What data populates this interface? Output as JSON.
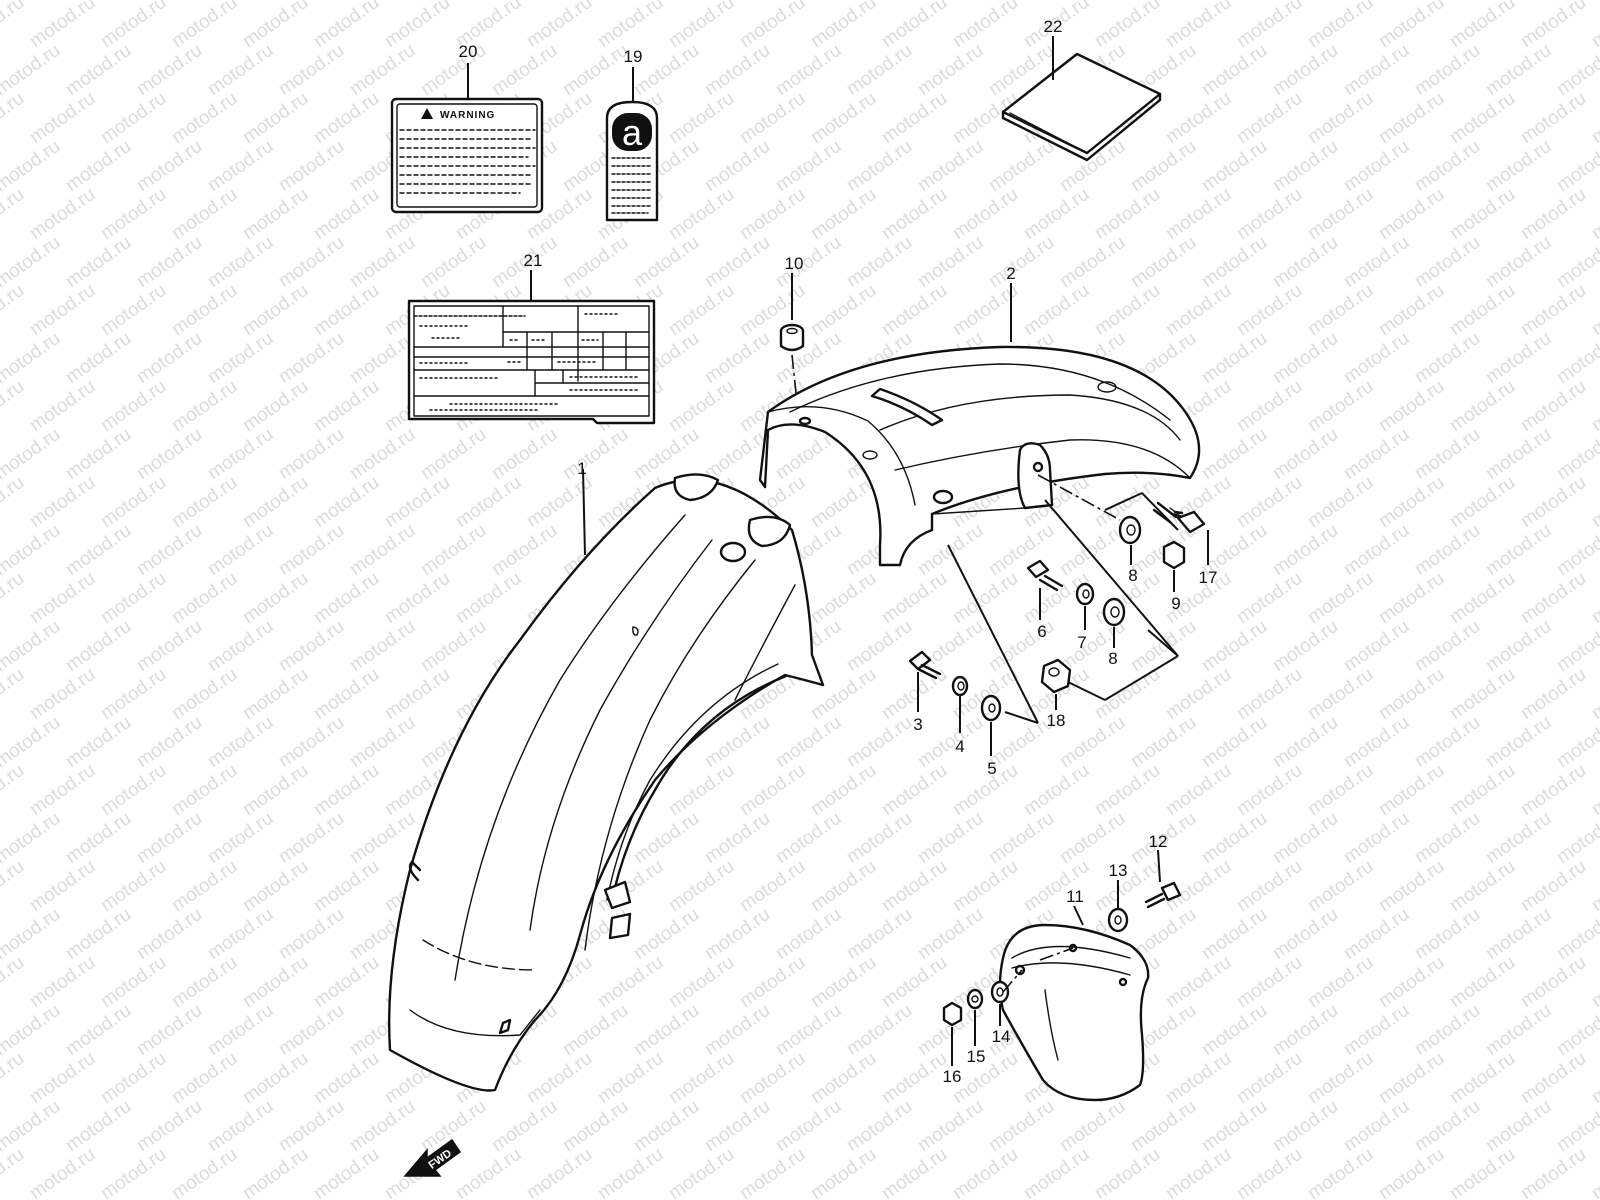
{
  "diagram": {
    "callouts": [
      {
        "id": "callout-1",
        "text": "1"
      },
      {
        "id": "callout-2",
        "text": "2"
      },
      {
        "id": "callout-3",
        "text": "3"
      },
      {
        "id": "callout-4",
        "text": "4"
      },
      {
        "id": "callout-5",
        "text": "5"
      },
      {
        "id": "callout-6",
        "text": "6"
      },
      {
        "id": "callout-7",
        "text": "7"
      },
      {
        "id": "callout-8a",
        "text": "8"
      },
      {
        "id": "callout-8b",
        "text": "8"
      },
      {
        "id": "callout-9",
        "text": "9"
      },
      {
        "id": "callout-10",
        "text": "10"
      },
      {
        "id": "callout-11",
        "text": "11"
      },
      {
        "id": "callout-12",
        "text": "12"
      },
      {
        "id": "callout-13",
        "text": "13"
      },
      {
        "id": "callout-14",
        "text": "14"
      },
      {
        "id": "callout-15",
        "text": "15"
      },
      {
        "id": "callout-16",
        "text": "16"
      },
      {
        "id": "callout-17",
        "text": "17"
      },
      {
        "id": "callout-18",
        "text": "18"
      },
      {
        "id": "callout-19",
        "text": "19"
      },
      {
        "id": "callout-20",
        "text": "20"
      },
      {
        "id": "callout-21",
        "text": "21"
      },
      {
        "id": "callout-22",
        "text": "22"
      }
    ],
    "warning_label_title": "WARNING",
    "tag_letter": "a",
    "fwd_arrow_text": "FWD",
    "watermark_text": "motod.ru"
  },
  "colors": {
    "line": "#111111",
    "background": "#ffffff",
    "watermark": "#bdbdbd"
  }
}
